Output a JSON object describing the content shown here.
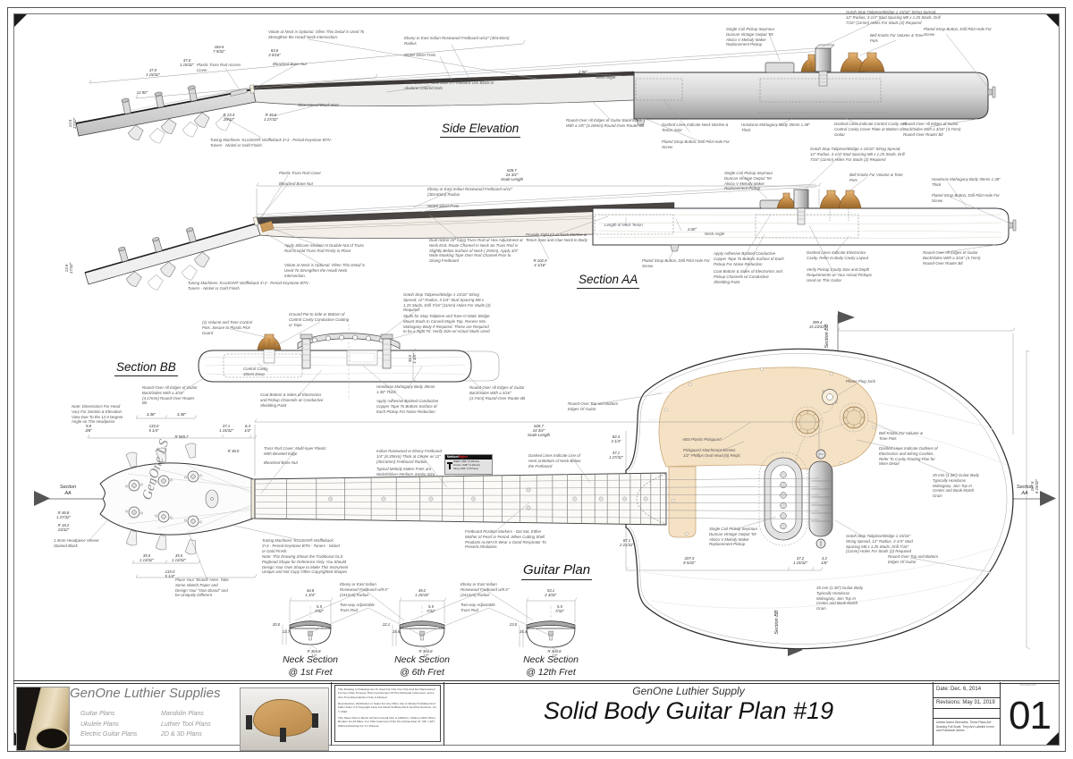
{
  "sheet": {
    "number": "01",
    "code": "melodymaker"
  },
  "titles": {
    "se": "Side Elevation",
    "aa": "Section AA",
    "bb": "Section BB",
    "plan": "Guitar Plan",
    "n1": "Neck Section\n@ 1st Fret",
    "n2": "Neck Section\n@ 6th Fret",
    "n3": "Neck Section\n@ 12th Fret"
  },
  "shared": {
    "gotoh": "Gotoh Stop Tailpiece/Bridge 1-15/16\" String Spread, 12\" Radius, 3-1/4\" Stud Spacing M8 x 1.25 Studs, Drill 7/16\" (11mm) Holes For Studs (2) Required",
    "pickup": "Single Coil Pickup Seymour Duncan Vintage Output '59 Alnico V Melody Maker Replacement Pickup",
    "bell_knobs": "Bell Knobs For Volume & Tone Pots",
    "strap": "Plated Strap Button, Drill Pilot Hole For Screw",
    "body35": "Honduras Mahogany Body 35mm 1.38\" Thick",
    "ro18": "Round-Over All Edges of Guitar Back/Sides With a 1/8\" (3.18mm) Round-Over Router Bit",
    "ro316": "Round-Over All Edges of Guitar Back/Sides With a 3/16\" (4.7mm) Round-Over Router Bit",
    "ro417": "Round-Over All Edges of Guitar Back/Sides With a 3/16\" (4.17mm) Round-Over Router Bit",
    "ro_top": "Round-Over Top and Bottom Edges Of Guitar",
    "nut": "Bleached Bone Nut",
    "frets": "Nickel Silver Frets",
    "ebony12": "Ebony or East Indian Rosewood Fretboard w/12\" (304.8mm) Radius",
    "volute": "Volute at Neck is Optional. Often This Detail is Used To Strengthen the Head/ Neck Intersection.",
    "tuners": "Tuning Machines: KLUSON® Waffleback 3+3 - Period Keystone BTN - Tuners - Nickel or Gold Finish.",
    "copper": "Apply Adhesive Backed Conductive Copper Tape To Bottom Surface of Each Pickup For Noise Reduction",
    "shield": "Coat Bottom & Sides of Electronics and Pickup Channels w/ Conductive Shielding Paint",
    "scale": "628.7\n24 3/4\"\nScale Length",
    "body_join": "35 mm (1.38\") Guitar Body Typically Honduras Mahogany. Join Top In Center and Book-Match Grain",
    "sec_aa": "Section\nAA",
    "sec_bb": "Section BB"
  },
  "se": {
    "truss_cover": "Plastic Truss Rod Access Cover",
    "side_dots": "1/16\" Diameter Side Dots in Fretboard Use Black or Abalone Colored Dots",
    "scarf": "Glue Line of Scarf Joint",
    "mortise": "Dashed Lines Indicate Neck Mortise & Tenon Joint",
    "cavity": "Dashed Lines Indicate Control Cavity and Control Cavity Cover Plate at Bottom of Guitar",
    "angle": "2.90°",
    "angle_lbl": "Neck Angle",
    "d1": "184.6\n7 9/32\"",
    "d2": "83.6\n3 5/16\"",
    "d3": "37.0\n1 15/32\"",
    "d4": "37.0\n1 15/32\"",
    "a1": "12.90°",
    "r1": "R 23.4\n29/32\"",
    "r2": "R 46.6\n1 27/32\"",
    "d5": "13.5\n17/32\""
  },
  "aa": {
    "truss_cover": "Plastic Truss Rod Cover",
    "sealant": "Apply Silicone Sealant At Double Nut of Truss Rod to Hold Truss Rod Firmly in Place",
    "rod": "Dual Action 18\" Long Truss Rod w/ Hex Adjustment at Neck End. Route Channel In Neck So Truss Rod is Slightly Below Surface of Neck (.25mm). Apply 3/4\" Wide Masking Tape Over Rod Channel Prior to Gluing Fretboard",
    "fit": "Provide Tight Fit at Neck Mortise & Tenon Joint and Glue Neck to Body",
    "tenon": "Length of Neck Tenon",
    "angle": "2.00°",
    "angle_lbl": "Neck Angle",
    "ecavity": "Dashed Lines Indicate Electronics Cavity. Refer to Body Cavity Layout",
    "verify": "Verify Pickup Cavity Size and Depth Requirements w/ Your Actual Pickups Used on This Guitar",
    "r1": "R 102.9\n4 1/16\"",
    "d5": "13.5\n17/32\""
  },
  "bb": {
    "pots": "(1) Volume and Tone Control Pots. Secure to Plastic Pick Guard",
    "ground": "Ground Pot to Side or Bottom of Control Cavity Conductive Coating or Tape",
    "studs": "Studs for Stop Tailpiece and Tune-O-Matic Bridge. Mount Studs In Carved Maple Top. Recess Into Mahogany Body If Required. These are Required to be a Tight Fit. Verify Size w/ Actual Studs Used",
    "cavity": "Control Cavity\n30mm Deep",
    "d35": "35.0\n1 3/8\""
  },
  "plan": {
    "head_note": "Note: Dimensions For Head Vary For Section & Elevation View Due To the 12.9 Degree Angle on The Headpiece",
    "truss_cover": "Truss Rod Cover: Multi-layer Plastic With Beveled Edge",
    "fretboard": "Indian Rosewood or Ebony Fretboard 1/4\" (6.35mm) Thick at Center w/ 12\" (304.8mm) Fretboard Radius",
    "frets": "Typical Melody Maker Frets are Nickel/Silver Medium Jumbo Size.",
    "heel": "Dashed Lines Indicate Line of Heel at Bottom of Neck Below the Fretboard",
    "markers": "Fretboard Position Markers - Dot Set, Either Mother of Pearl or Period. When Cutting Shell Products ALWAYS Wear a Good Respirator To Prevent Inhalation.",
    "peghead": "Note: This Drawing Shows the Traditional GLS Peghead Shape for Reference Only. You Should Design Your Own Shape to Make This Instrument Unique and Not Copy Other Copyrighted Shapes",
    "brand": "Place Your \"Brand\" Here. Take Some Sketch Paper and Design Your \"Own Brand\" and be Uniquely Different",
    "veneer": "1.4mm Headpiece Veneer Stained Black",
    "pickguard": "ABS Plastic Pickguard",
    "pg_screws": "Pickguard Attachment Screws 1/2\" Phillips Oval Head (6) Reqd.",
    "jack": "Phone Plug Jack",
    "cavities": "Dashed Lines Indicate Outlines of Electronics and Wiring Cavities. Refer To Cavity Routing Plan for More Detail",
    "logo": "GenOne LS"
  },
  "pdims": {
    "d98": "9.8\n3/8\"",
    "d133a": "133.0\n5 1/4\"",
    "r5697": "R 569.7",
    "d371": "37.1\n1 15/32\"",
    "d64": "6.4\n1/4\"",
    "d338a": "3.38\"",
    "d338b": "3.38\"",
    "r36": "R 36.0",
    "r468": "R 46.8\n1 27/32\"",
    "r182": "R 18.2\n23/32\"",
    "d355a": "35.5\n1 13/32\"",
    "d355b": "35.5\n1 13/32\"",
    "d133b": "133.0\n5 1/4\"",
    "d824": "82.4\n3 1/4\"",
    "d471": "47.1\n1 27/32\"",
    "d3994": "399.4\n15 23/32\"",
    "d1675": "167.5\n6 19/32\"",
    "d2075": "207.5\n8 5/32\"",
    "d372": "37.2\n1 15/32\"",
    "d32": "3.2\n1/8\"",
    "d671": "67.1\n2 21/32\""
  },
  "fretwire": {
    "hdr_a": "Medium/",
    "hdr_b": "Higher",
    "r1": "Width .092\" (2.34mm)",
    "r2": "Crown .048\" (1.22mm)",
    "r3": "Tang .062\" (1.57mm)"
  },
  "necks": {
    "fb": "Ebony or East Indian Rosewood Fretboard w/9.5\" (241mm) Radius",
    "rod": "Two-way Adjustable Truss Rod",
    "r": "R 304.8\n12\"",
    "n1w": "44.8\n1 3/4\"",
    "n1t": "5.5\n7/32\"",
    "n1d": "20.0",
    "n1h": "13.7",
    "n2w": "49.2\n1 15/16\"",
    "n2t": "5.5\n7/32\"",
    "n2d": "22.1",
    "n2h": "15.6",
    "n3w": "53.1\n2 3/32\"",
    "n3t": "5.5\n7/32\"",
    "n3d": "23.0",
    "n3h": "15.4"
  },
  "tb": {
    "company": "GenOne Luthier Supplies",
    "cat1": [
      "Guitar Plans",
      "Ukulele Plans",
      "Electric Guitar Plans"
    ],
    "cat2": [
      "Mandolin Plans",
      "Luthier Tool Plans",
      "2D & 3D Plans"
    ],
    "legal1": "This Drawing or Drawings Are To Used For One Use Only And Not Reproduced For Any Other Purpose Than Construction Of This Particular Instrument, and a One Time Reproduction Only is Allowed",
    "legal2": "Reproduction, Distribution or Sales For Any Other Use Is Strictly Prohibited And Falls Under U.S Copyright Laws For David VerBurg AIA & GenOne Services, Inc. © 2019",
    "legal3": "This Sheet Size Is Metric A0 Size Overall Size is 1189mm x 841mm With 15mm Borders On All Sides. For USA Customers Print On Architectural \"E\" (36\" x 48\") Without Resizing For 1:1 Printout.",
    "brand": "GenOne Luthier Supply",
    "title": "Solid Body Guitar Plan #19",
    "date": "Date: Dec. 6, 2014",
    "rev": "Revisions: May 31, 2019",
    "note": "Unless Noted Otherwise, These Plans Are Drawing Full Scale. They Are Labeled in mm and Fractional Inches"
  }
}
